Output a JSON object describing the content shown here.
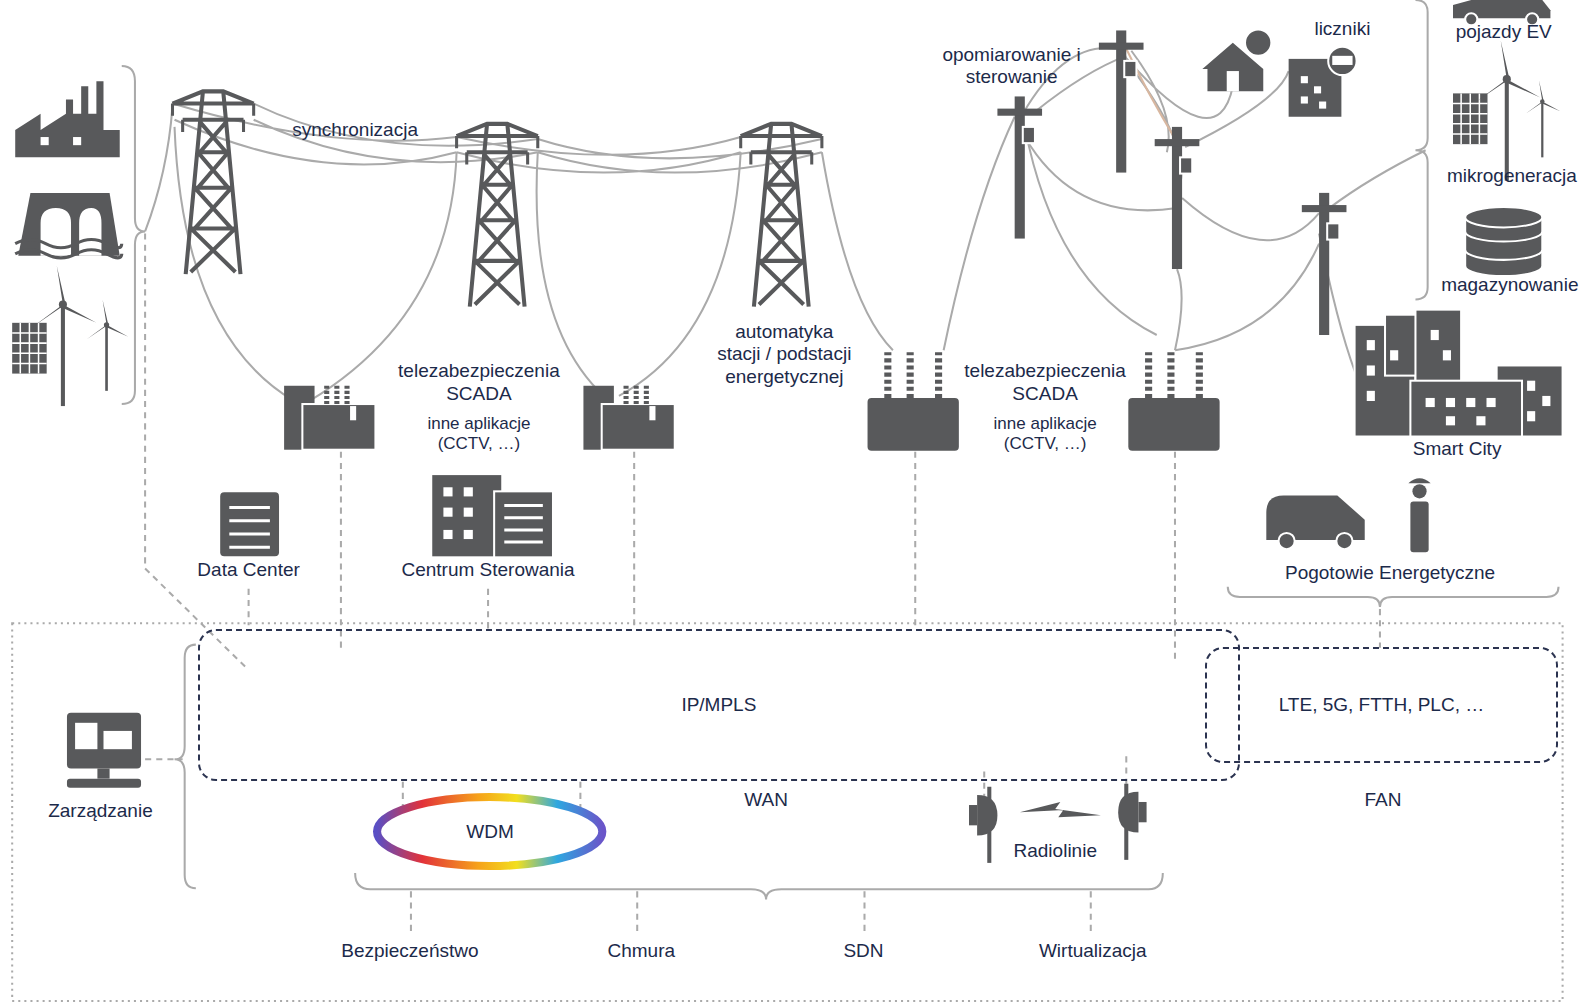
{
  "diagram": {
    "nodes": [
      {
        "text": [
          "IP/MPLS"
        ]
      },
      {
        "text": [
          "LTE, 5G, FTTH, PLC, …"
        ]
      },
      {
        "text": [
          "WDM"
        ]
      }
    ],
    "edges": [
      {
        "from": 0,
        "to": 2,
        "arrow": "none"
      },
      {
        "from": 0,
        "to": 2,
        "arrow": "none"
      }
    ],
    "labels": [
      "pojazdy EV",
      "liczniki",
      "opomiarowanie i sterowanie",
      "synchronizacja",
      "mikrogeneracja",
      "magazynowanie",
      "automatyka stacji / podstacji energetycznej",
      "telezabezpieczenia SCADA",
      "inne aplikacje (CCTV, …)",
      "telezabezpieczenia SCADA",
      "inne aplikacje (CCTV, …)",
      "Smart City",
      "Data Center",
      "Centrum Sterowania",
      "Pogotowie Energetyczne",
      "WAN",
      "FAN",
      "Radiolinie",
      "Zarządzanie",
      "Bezpieczeństwo",
      "Chmura",
      "SDN",
      "Wirtualizacja"
    ]
  }
}
